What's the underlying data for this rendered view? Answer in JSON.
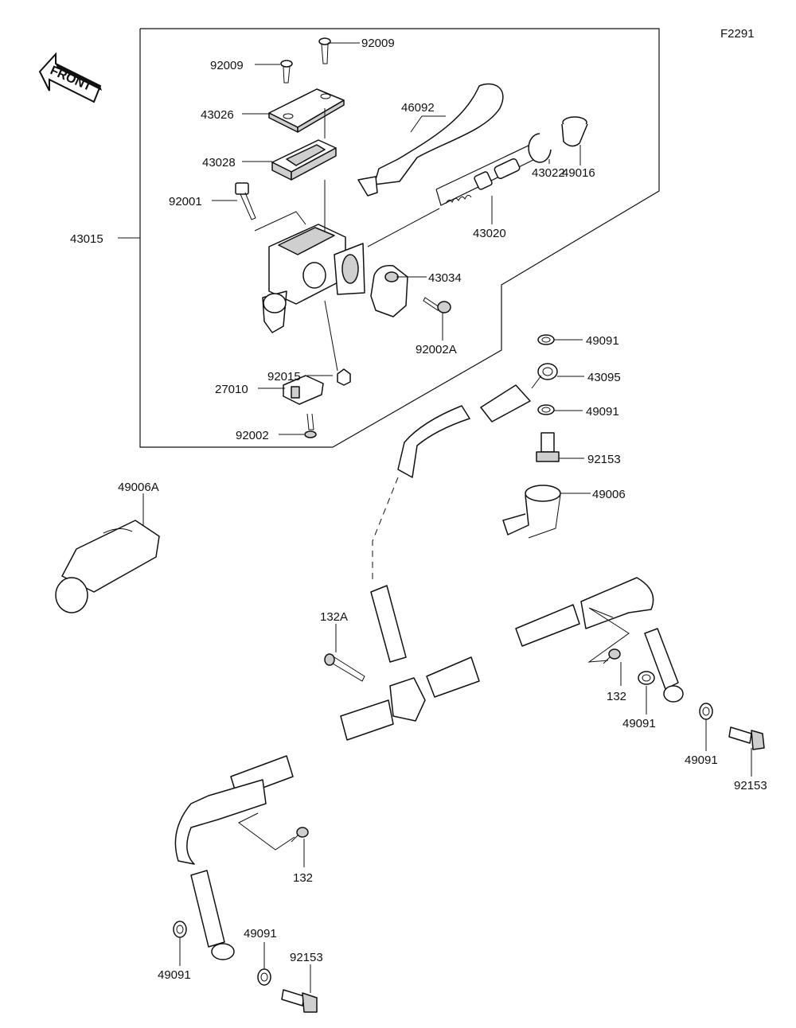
{
  "figure_id": "F2291",
  "front_label": "FRONT",
  "labels": {
    "p92009a": "92009",
    "p92009b": "92009",
    "p43026": "43026",
    "p46092": "46092",
    "p43028": "43028",
    "p49016": "49016",
    "p43022": "43022",
    "p92001": "92001",
    "p43020": "43020",
    "p43015": "43015",
    "p43034": "43034",
    "p92002A": "92002A",
    "p92015": "92015",
    "p27010": "27010",
    "p92002": "92002",
    "p49091a": "49091",
    "p43095": "43095",
    "p49091b": "49091",
    "p92153a": "92153",
    "p49006": "49006",
    "p49006A": "49006A",
    "p132A": "132A",
    "p132a": "132",
    "p49091c": "49091",
    "p49091d": "49091",
    "p92153b": "92153",
    "p132b": "132",
    "p49091e": "49091",
    "p49091f": "49091",
    "p92153c": "92153"
  },
  "colors": {
    "line": "#111111",
    "fill": "#ffffff",
    "shade": "#cfcfcf"
  }
}
